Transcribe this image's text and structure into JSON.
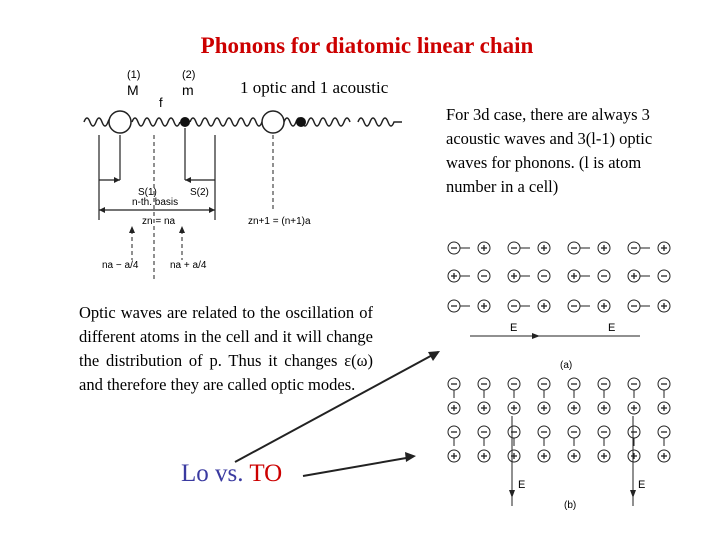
{
  "title": "Phonons for diatomic linear chain",
  "subtitle": "1 optic and 1 acoustic",
  "side_text": "For 3d case, there are always 3 acoustic waves and 3(l-1) optic waves for phonons. (l is atom number in a cell)",
  "optic_text": "Optic waves are related to the oscillation of different atoms in the cell and it will change the distribution of p. Thus it changes ε(ω) and therefore they are called optic modes.",
  "lo_to": {
    "lo": "Lo vs.",
    "to": "TO"
  },
  "chain_diagram": {
    "atom1_index": "(1)",
    "atom1_mass": "M",
    "atom2_index": "(2)",
    "atom2_mass": "m",
    "spring_label": "f",
    "s1_label": "S(1)",
    "s2_label": "S(2)",
    "basis_label": "n-th. basis",
    "zn_label": "zn = na",
    "zn1_label": "zn+1 = (n+1)a",
    "left_pos_label": "na − a/4",
    "right_pos_label": "na + a/4"
  },
  "field_diagram": {
    "field_label": "E",
    "panel_a_label": "(a)",
    "panel_b_label": "(b)"
  },
  "colors": {
    "title": "#cc0000",
    "lo": "#3a3aa0",
    "to": "#cc0000"
  }
}
